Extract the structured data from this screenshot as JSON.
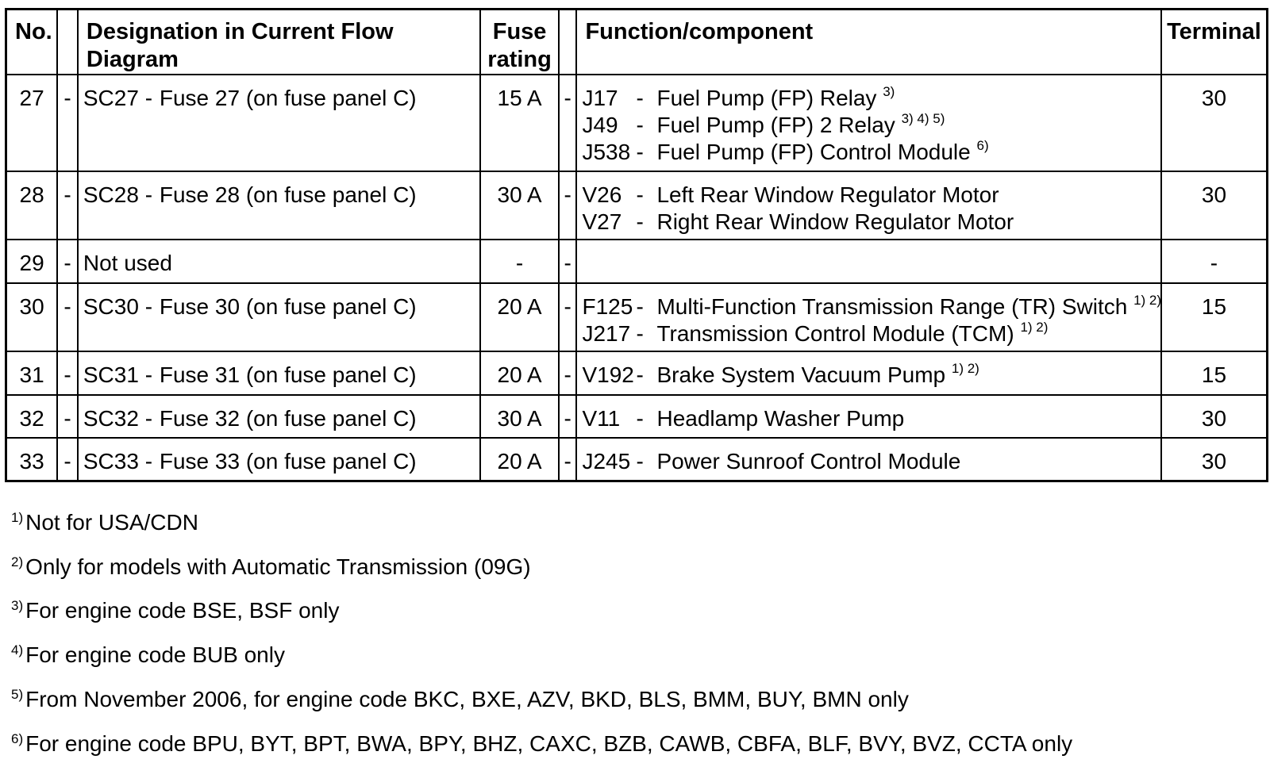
{
  "table": {
    "headers": {
      "no": "No.",
      "dash": "",
      "designation": "Designation in Current Flow Diagram",
      "fuse_rating_line1": "Fuse",
      "fuse_rating_line2": "rating",
      "dash2": "",
      "function": "Function/component",
      "terminal": "Terminal"
    },
    "rows": [
      {
        "no": "27",
        "dash": "-",
        "sc": "SC27 -",
        "desc": "Fuse 27 (on fuse panel C)",
        "fuse": "15 A",
        "dash2": "-",
        "functions": [
          {
            "code": "J17",
            "sep": "-",
            "name": "Fuel Pump (FP) Relay",
            "notes": "3)"
          },
          {
            "code": "J49",
            "sep": "-",
            "name": "Fuel Pump (FP) 2 Relay",
            "notes": "3) 4) 5)"
          },
          {
            "code": "J538",
            "sep": "-",
            "name": "Fuel Pump (FP) Control Module",
            "notes": "6)"
          }
        ],
        "terminal": "30"
      },
      {
        "no": "28",
        "dash": "-",
        "sc": "SC28 -",
        "desc": "Fuse 28 (on fuse panel C)",
        "fuse": "30 A",
        "dash2": "-",
        "functions": [
          {
            "code": "V26",
            "sep": "-",
            "name": "Left Rear Window Regulator Motor",
            "notes": ""
          },
          {
            "code": "V27",
            "sep": "-",
            "name": "Right Rear Window Regulator Motor",
            "notes": ""
          }
        ],
        "terminal": "30"
      },
      {
        "no": "29",
        "dash": "-",
        "sc": "",
        "desc": "Not used",
        "fuse": "-",
        "dash2": "-",
        "functions": [],
        "terminal": "-"
      },
      {
        "no": "30",
        "dash": "-",
        "sc": "SC30 -",
        "desc": "Fuse 30 (on fuse panel C)",
        "fuse": "20 A",
        "dash2": "-",
        "functions": [
          {
            "code": "F125",
            "sep": "-",
            "name": "Multi-Function Transmission Range (TR) Switch",
            "notes": "1) 2)"
          },
          {
            "code": "J217",
            "sep": "-",
            "name": "Transmission Control Module (TCM)",
            "notes": "1) 2)"
          }
        ],
        "terminal": "15"
      },
      {
        "no": "31",
        "dash": "-",
        "sc": "SC31 -",
        "desc": "Fuse 31 (on fuse panel C)",
        "fuse": "20 A",
        "dash2": "-",
        "functions": [
          {
            "code": "V192",
            "sep": "-",
            "name": "Brake System Vacuum Pump",
            "notes": "1) 2)"
          }
        ],
        "terminal": "15"
      },
      {
        "no": "32",
        "dash": "-",
        "sc": "SC32 -",
        "desc": "Fuse 32 (on fuse panel C)",
        "fuse": "30 A",
        "dash2": "-",
        "functions": [
          {
            "code": "V11",
            "sep": "-",
            "name": "Headlamp Washer Pump",
            "notes": ""
          }
        ],
        "terminal": "30"
      },
      {
        "no": "33",
        "dash": "-",
        "sc": "SC33 -",
        "desc": "Fuse 33 (on fuse panel C)",
        "fuse": "20 A",
        "dash2": "-",
        "functions": [
          {
            "code": "J245",
            "sep": "-",
            "name": "Power Sunroof Control Module",
            "notes": ""
          }
        ],
        "terminal": "30"
      }
    ]
  },
  "footnotes": [
    {
      "mark": "1)",
      "text": "Not for USA/CDN"
    },
    {
      "mark": "2)",
      "text": "Only for models with Automatic Transmission (09G)"
    },
    {
      "mark": "3)",
      "text": "For engine code BSE, BSF only"
    },
    {
      "mark": "4)",
      "text": "For engine code BUB only"
    },
    {
      "mark": "5)",
      "text": "From November 2006, for engine code BKC, BXE, AZV, BKD, BLS, BMM, BUY, BMN only"
    },
    {
      "mark": "6)",
      "text": "For engine code BPU, BYT, BPT, BWA, BPY, BHZ, CAXC, BZB, CAWB, CBFA, BLF, BVY, BVZ, CCTA only"
    }
  ]
}
